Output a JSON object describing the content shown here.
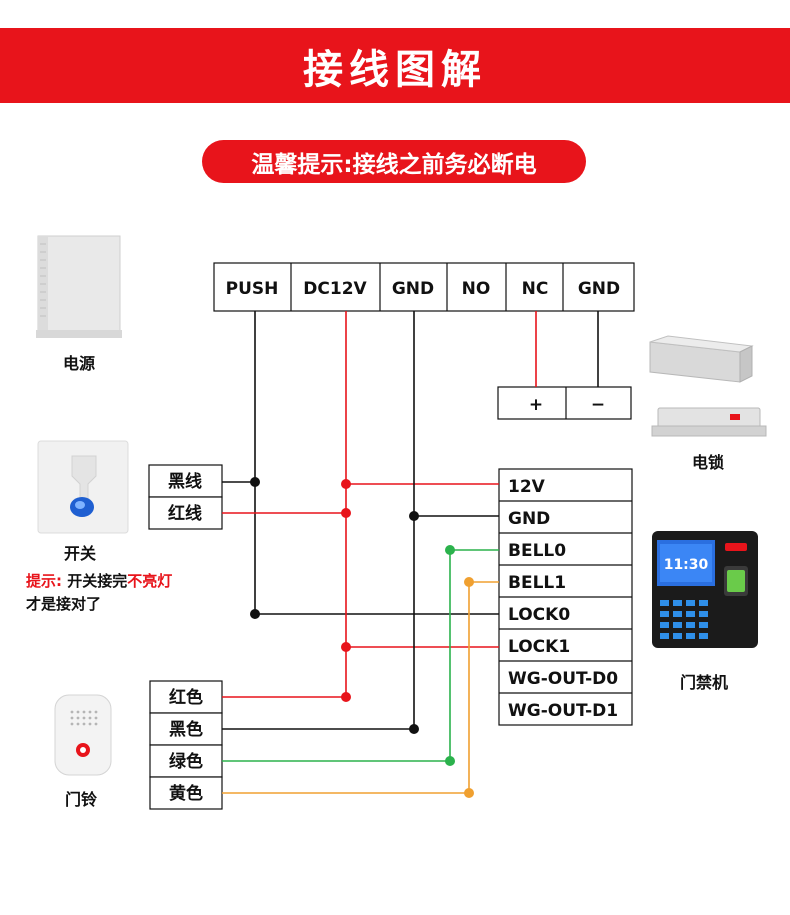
{
  "banner": {
    "title": "接线图解"
  },
  "notice": {
    "text": "温馨提示:接线之前务必断电"
  },
  "power_supply": {
    "caption": "电源",
    "terminals": [
      "PUSH",
      "DC12V",
      "GND",
      "NO",
      "NC",
      "GND"
    ]
  },
  "lock": {
    "caption": "电锁",
    "terminals": [
      "+",
      "−"
    ]
  },
  "switch": {
    "caption": "开关",
    "wires": [
      "黑线",
      "红线"
    ],
    "tip_prefix": "提示:",
    "tip_line1": "开关接完",
    "tip_highlight": "不亮灯",
    "tip_line2": "才是接对了"
  },
  "access_control": {
    "caption": "门禁机",
    "screen_time": "11:30",
    "terminals": [
      "12V",
      "GND",
      "BELL0",
      "BELL1",
      "LOCK0",
      "LOCK1",
      "WG-OUT-D0",
      "WG-OUT-D1"
    ]
  },
  "doorbell": {
    "caption": "门铃",
    "wires": [
      "红色",
      "黑色",
      "绿色",
      "黄色"
    ]
  },
  "colors": {
    "accent": "#e8141b",
    "wire_black": "#111111",
    "wire_red": "#e8141b",
    "wire_green": "#2bb24c",
    "wire_yellow": "#f0a030"
  }
}
